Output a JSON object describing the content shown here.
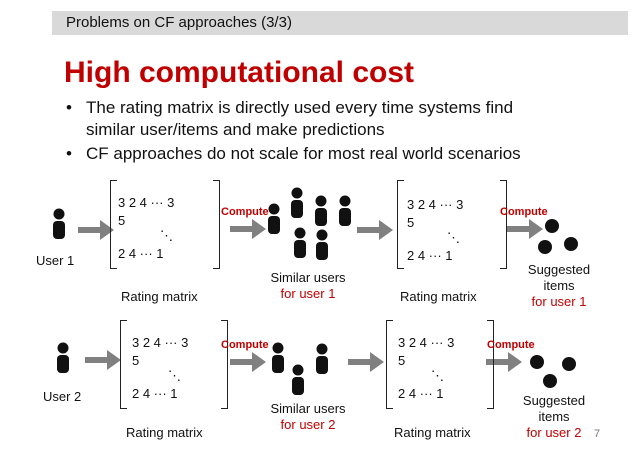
{
  "header": "Problems on CF approaches (3/3)",
  "title": "High computational cost",
  "bullets": [
    [
      "The rating matrix is directly used every time systems find",
      "similar user/items and make predictions"
    ],
    [
      "CF approaches do not scale for most real world scenarios"
    ]
  ],
  "bullet_marker": "•",
  "matrix": {
    "row1": "3 2 4 ··· 3",
    "row2": "5",
    "dots": "⋱",
    "row3": "2 4 ···    1"
  },
  "row1": {
    "user": "User 1",
    "rating_matrix": "Rating matrix",
    "compute": "Compute",
    "similar_users": "Similar users",
    "for_user": "for user 1",
    "suggested": "Suggested",
    "items": "items",
    "for_user_items": "for user 1"
  },
  "row2": {
    "user": "User 2",
    "rating_matrix": "Rating matrix",
    "compute": "Compute",
    "similar_users": "Similar users",
    "for_user": "for user 2",
    "suggested": "Suggested",
    "items": "items",
    "for_user_items": "for user 2"
  },
  "page_number": "7",
  "colors": {
    "accent": "#c00000",
    "arrow": "#808080",
    "header_bg": "#d9d9d9",
    "icon": "#111111"
  },
  "icons": [
    "person-icon",
    "arrow-right-icon",
    "item-dot-icon"
  ]
}
